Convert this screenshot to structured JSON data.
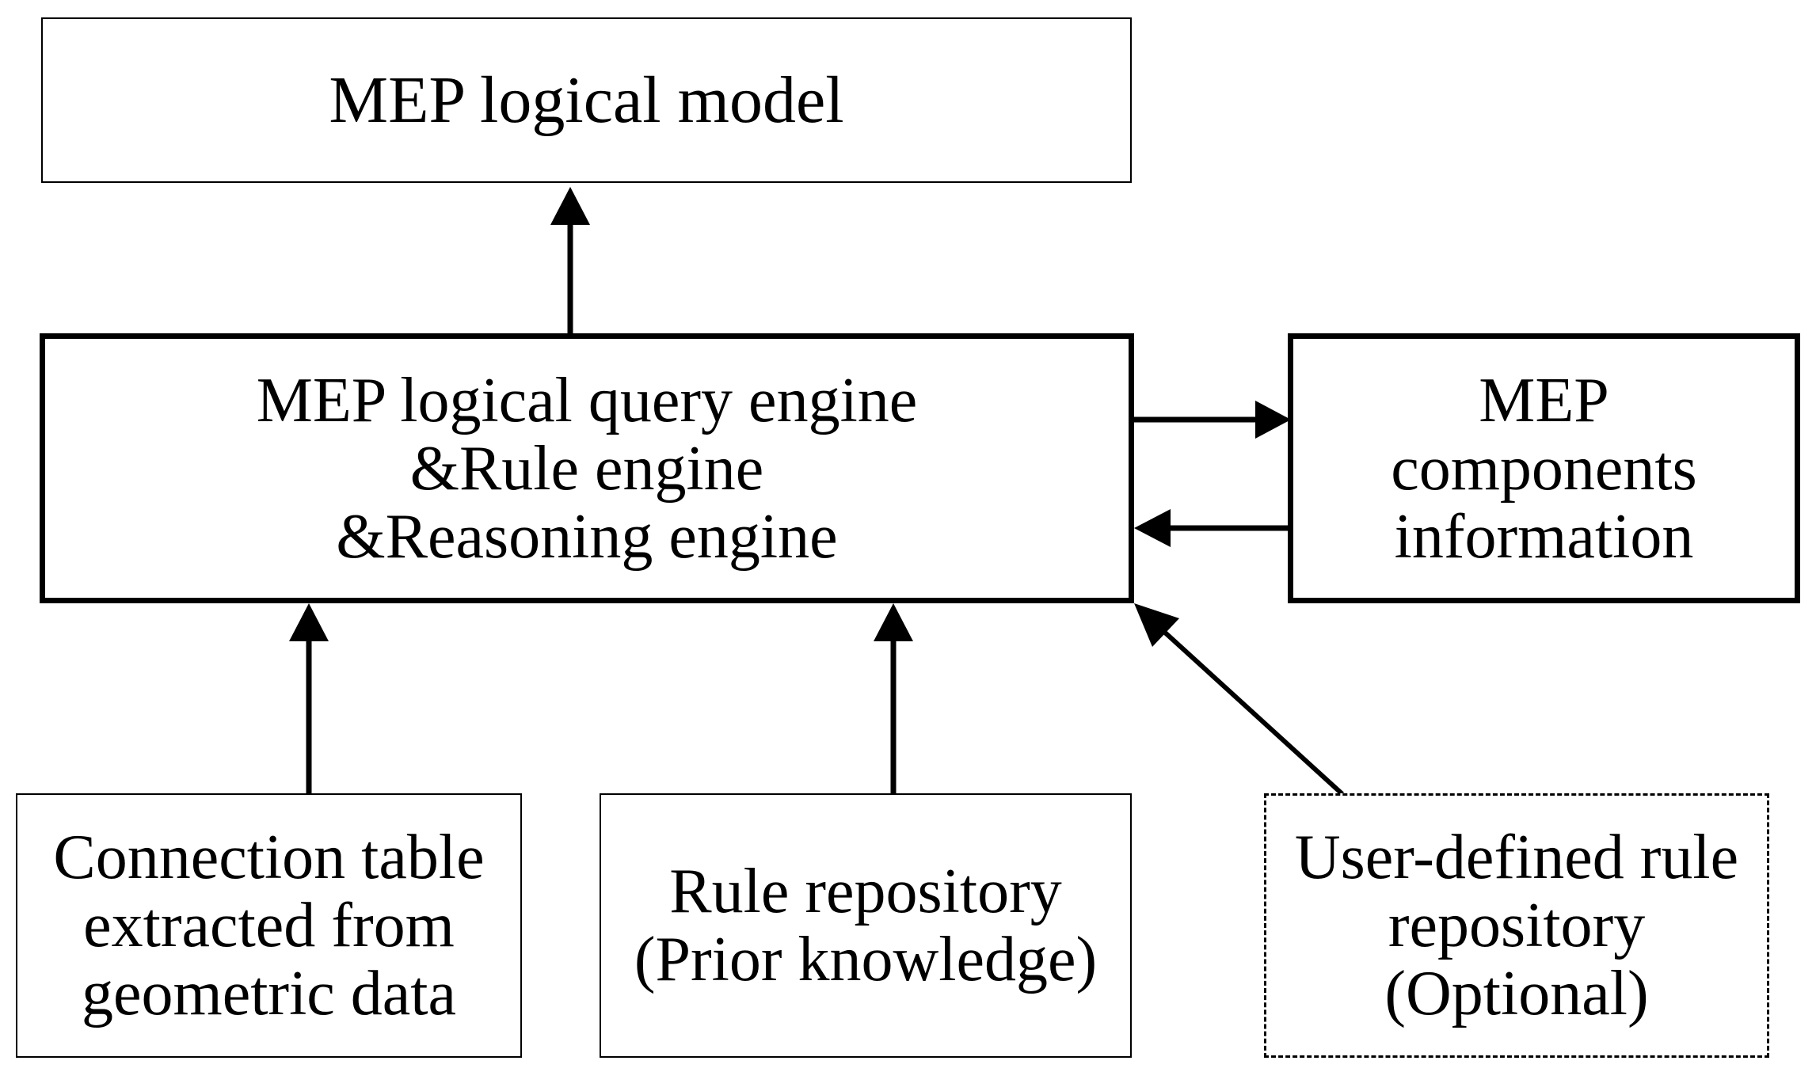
{
  "nodes": {
    "logical_model": {
      "lines": [
        "MEP logical model"
      ]
    },
    "engine": {
      "lines": [
        "MEP logical query engine",
        "&Rule engine",
        "&Reasoning engine"
      ]
    },
    "components_info": {
      "lines": [
        "MEP",
        "components",
        "information"
      ]
    },
    "connection_table": {
      "lines": [
        "Connection table",
        "extracted from",
        "geometric data"
      ]
    },
    "rule_repository": {
      "lines": [
        "Rule repository",
        "(Prior knowledge)"
      ]
    },
    "user_rule_repository": {
      "lines": [
        "User-defined rule",
        "repository",
        "(Optional)"
      ]
    }
  },
  "edges": [
    {
      "from": "engine",
      "to": "logical_model"
    },
    {
      "from": "engine",
      "to": "components_info"
    },
    {
      "from": "components_info",
      "to": "engine"
    },
    {
      "from": "connection_table",
      "to": "engine"
    },
    {
      "from": "rule_repository",
      "to": "engine"
    },
    {
      "from": "user_rule_repository",
      "to": "engine",
      "style": "optional"
    }
  ],
  "colors": {
    "stroke": "#000000",
    "background": "#ffffff"
  }
}
